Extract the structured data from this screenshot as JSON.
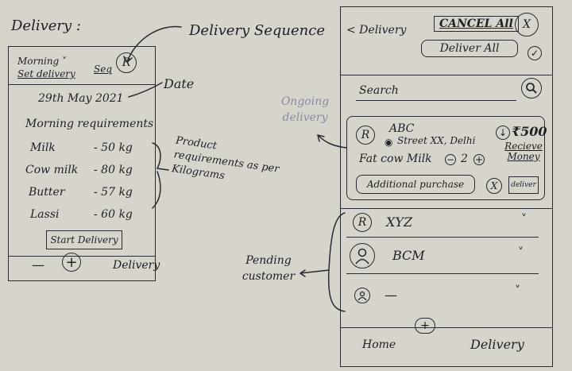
{
  "heading": "Delivery :",
  "annotations": {
    "delivery_sequence": "Delivery Sequence",
    "date": "Date",
    "product_requirements": "Product requirements as per Kilograms",
    "ongoing_delivery": "Ongoing delivery",
    "pending_customer": "Pending customer"
  },
  "left_phone": {
    "shift_label": "Morning",
    "set_delivery": "Set delivery",
    "seq_label": "Seq",
    "avatar_letter": "R",
    "date": "29th May 2021",
    "requirements_title": "Morning requirements",
    "products": [
      {
        "name": "Milk",
        "qty": "- 50 kg"
      },
      {
        "name": "Cow milk",
        "qty": "- 80 kg"
      },
      {
        "name": "Butter",
        "qty": "- 57 kg"
      },
      {
        "name": "Lassi",
        "qty": "- 60 kg"
      }
    ],
    "start_button": "Start Delivery",
    "nav_minus": "—",
    "nav_plus": "+",
    "nav_delivery": "Delivery"
  },
  "right_phone": {
    "back_title": "< Delivery",
    "cancel_all": "CANCEL All",
    "close_glyph": "X",
    "deliver_all": "Deliver All",
    "check_glyph": "✓",
    "search_placeholder": "Search",
    "ongoing": {
      "avatar_letter": "R",
      "name": "ABC",
      "address": "Street XX, Delhi",
      "amount": "₹500",
      "receive_money": "Recieve Money",
      "product": "Fat cow Milk",
      "qty": "2",
      "additional_purchase": "Additional purchase",
      "cancel_glyph": "X",
      "deliver_short": "deliver"
    },
    "pending": [
      {
        "avatar": "R",
        "name": "XYZ"
      },
      {
        "avatar": "",
        "name": "BCM"
      },
      {
        "avatar": "",
        "name": "—"
      }
    ],
    "nav_home": "Home",
    "nav_plus": "+",
    "nav_delivery": "Delivery"
  }
}
